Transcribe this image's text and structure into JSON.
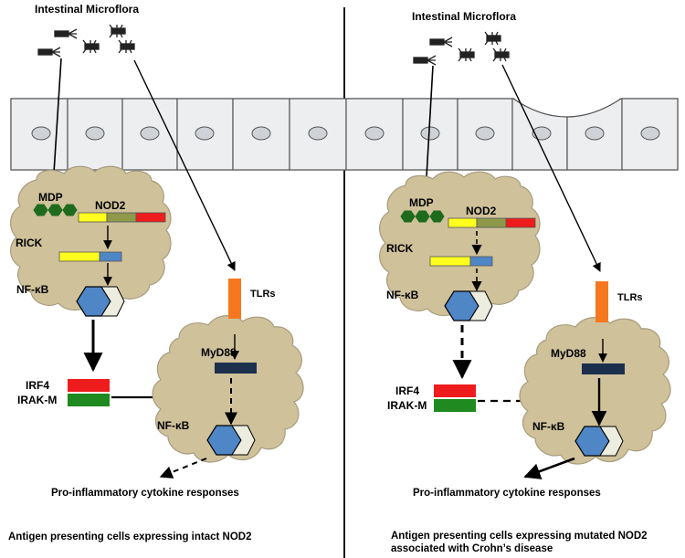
{
  "left": {
    "microflora_label": "Intestinal Microflora",
    "mdp": "MDP",
    "nod2": "NOD2",
    "rick": "RICK",
    "nfkb_cell1": "NF-κB",
    "tlrs": "TLRs",
    "myd88": "MyD88",
    "irf4": "IRF4",
    "irakm": "IRAK-M",
    "nfkb_cell2": "NF-κB",
    "response": "Pro-inflammatory cytokine responses",
    "caption": "Antigen presenting cells expressing intact NOD2"
  },
  "right": {
    "microflora_label": "Intestinal Microflora",
    "mdp": "MDP",
    "nod2": "NOD2",
    "rick": "RICK",
    "nfkb_cell1": "NF-κB",
    "tlrs": "TLRs",
    "myd88": "MyD88",
    "irf4": "IRF4",
    "irakm": "IRAK-M",
    "nfkb_cell2": "NF-κB",
    "response": "Pro-inflammatory cytokine responses",
    "caption_line1": "Antigen presenting cells expressing mutated NOD2",
    "caption_line2": "associated with Crohn’s disease"
  },
  "colors": {
    "cell_fill": "#cfc19a",
    "epithelium_fill": "#edeef0",
    "nucleus_fill": "#cfd3d8",
    "mdp_green": "#1e6b1e",
    "nod2_yellow": "#ffff1e",
    "nod2_olive": "#8e9a4a",
    "nod2_red": "#ee1c1c",
    "rick_blue": "#4f86c6",
    "tlr_orange": "#f5781f",
    "myd88_navy": "#1c2f4d",
    "irf4_red": "#ee1c1c",
    "irakm_green": "#1f8a1f",
    "nfkb_blue": "#4f86c6",
    "nfkb_white": "#ececdf"
  }
}
